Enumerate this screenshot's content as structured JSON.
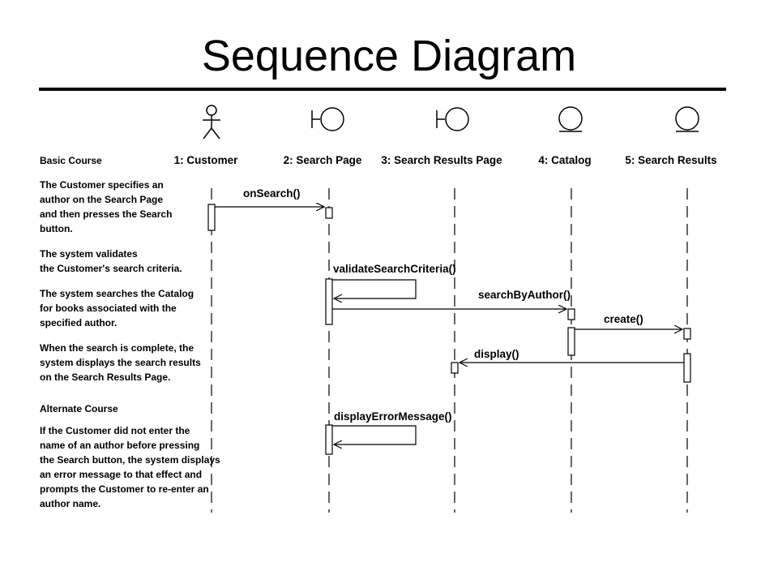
{
  "title": "Sequence Diagram",
  "objects": [
    {
      "label": "1: Customer",
      "kind": "actor"
    },
    {
      "label": "2: Search Page",
      "kind": "boundary"
    },
    {
      "label": "3: Search Results Page",
      "kind": "boundary"
    },
    {
      "label": "4: Catalog",
      "kind": "entity"
    },
    {
      "label": "5: Search Results",
      "kind": "entity"
    }
  ],
  "messages": [
    {
      "label": "onSearch()",
      "from": "1: Customer",
      "to": "2: Search Page"
    },
    {
      "label": "validateSearchCriteria()",
      "from": "2: Search Page",
      "to": "2: Search Page"
    },
    {
      "label": "searchByAuthor()",
      "from": "2: Search Page",
      "to": "4: Catalog"
    },
    {
      "label": "create()",
      "from": "4: Catalog",
      "to": "5: Search Results"
    },
    {
      "label": "display()",
      "from": "5: Search Results",
      "to": "3: Search Results Page"
    },
    {
      "label": "displayErrorMessage()",
      "from": "2: Search Page",
      "to": "2: Search Page"
    }
  ],
  "notes": {
    "basic_heading": "Basic Course",
    "step1": [
      "The Customer specifies an",
      "author on the Search Page",
      "and then presses the Search",
      "button."
    ],
    "step2": [
      "The system validates",
      "the Customer's search criteria."
    ],
    "step3": [
      "The system searches the Catalog",
      "for books associated with the",
      "specified author."
    ],
    "step4": [
      "When the search is complete, the",
      "system displays the search results",
      "on the  Search Results Page."
    ],
    "alternate_heading": "Alternate Course",
    "alternate": [
      "If the Customer did not enter the",
      "name of an author before pressing",
      "the Search button, the system displays",
      "an error message to that effect and",
      "prompts the Customer to re-enter an",
      "author name."
    ]
  }
}
